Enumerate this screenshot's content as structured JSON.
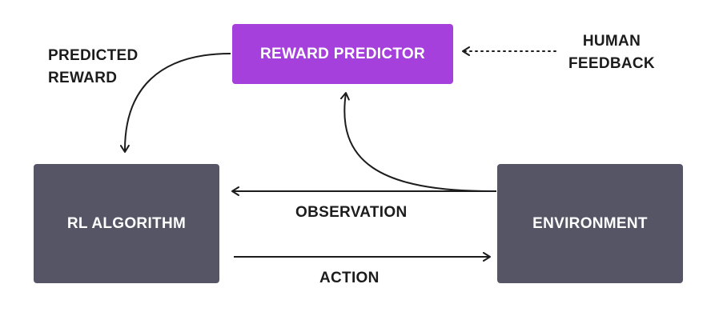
{
  "nodes": {
    "reward_predictor": "REWARD PREDICTOR",
    "rl_algorithm": "RL ALGORITHM",
    "environment": "ENVIRONMENT"
  },
  "labels": {
    "predicted_reward": [
      "PREDICTED",
      "REWARD"
    ],
    "human_feedback": [
      "HUMAN",
      "FEEDBACK"
    ],
    "observation": "OBSERVATION",
    "action": "ACTION"
  },
  "colors": {
    "reward_predictor": "#a540dc",
    "process_box": "#555566",
    "ink": "#1c1c1c"
  }
}
